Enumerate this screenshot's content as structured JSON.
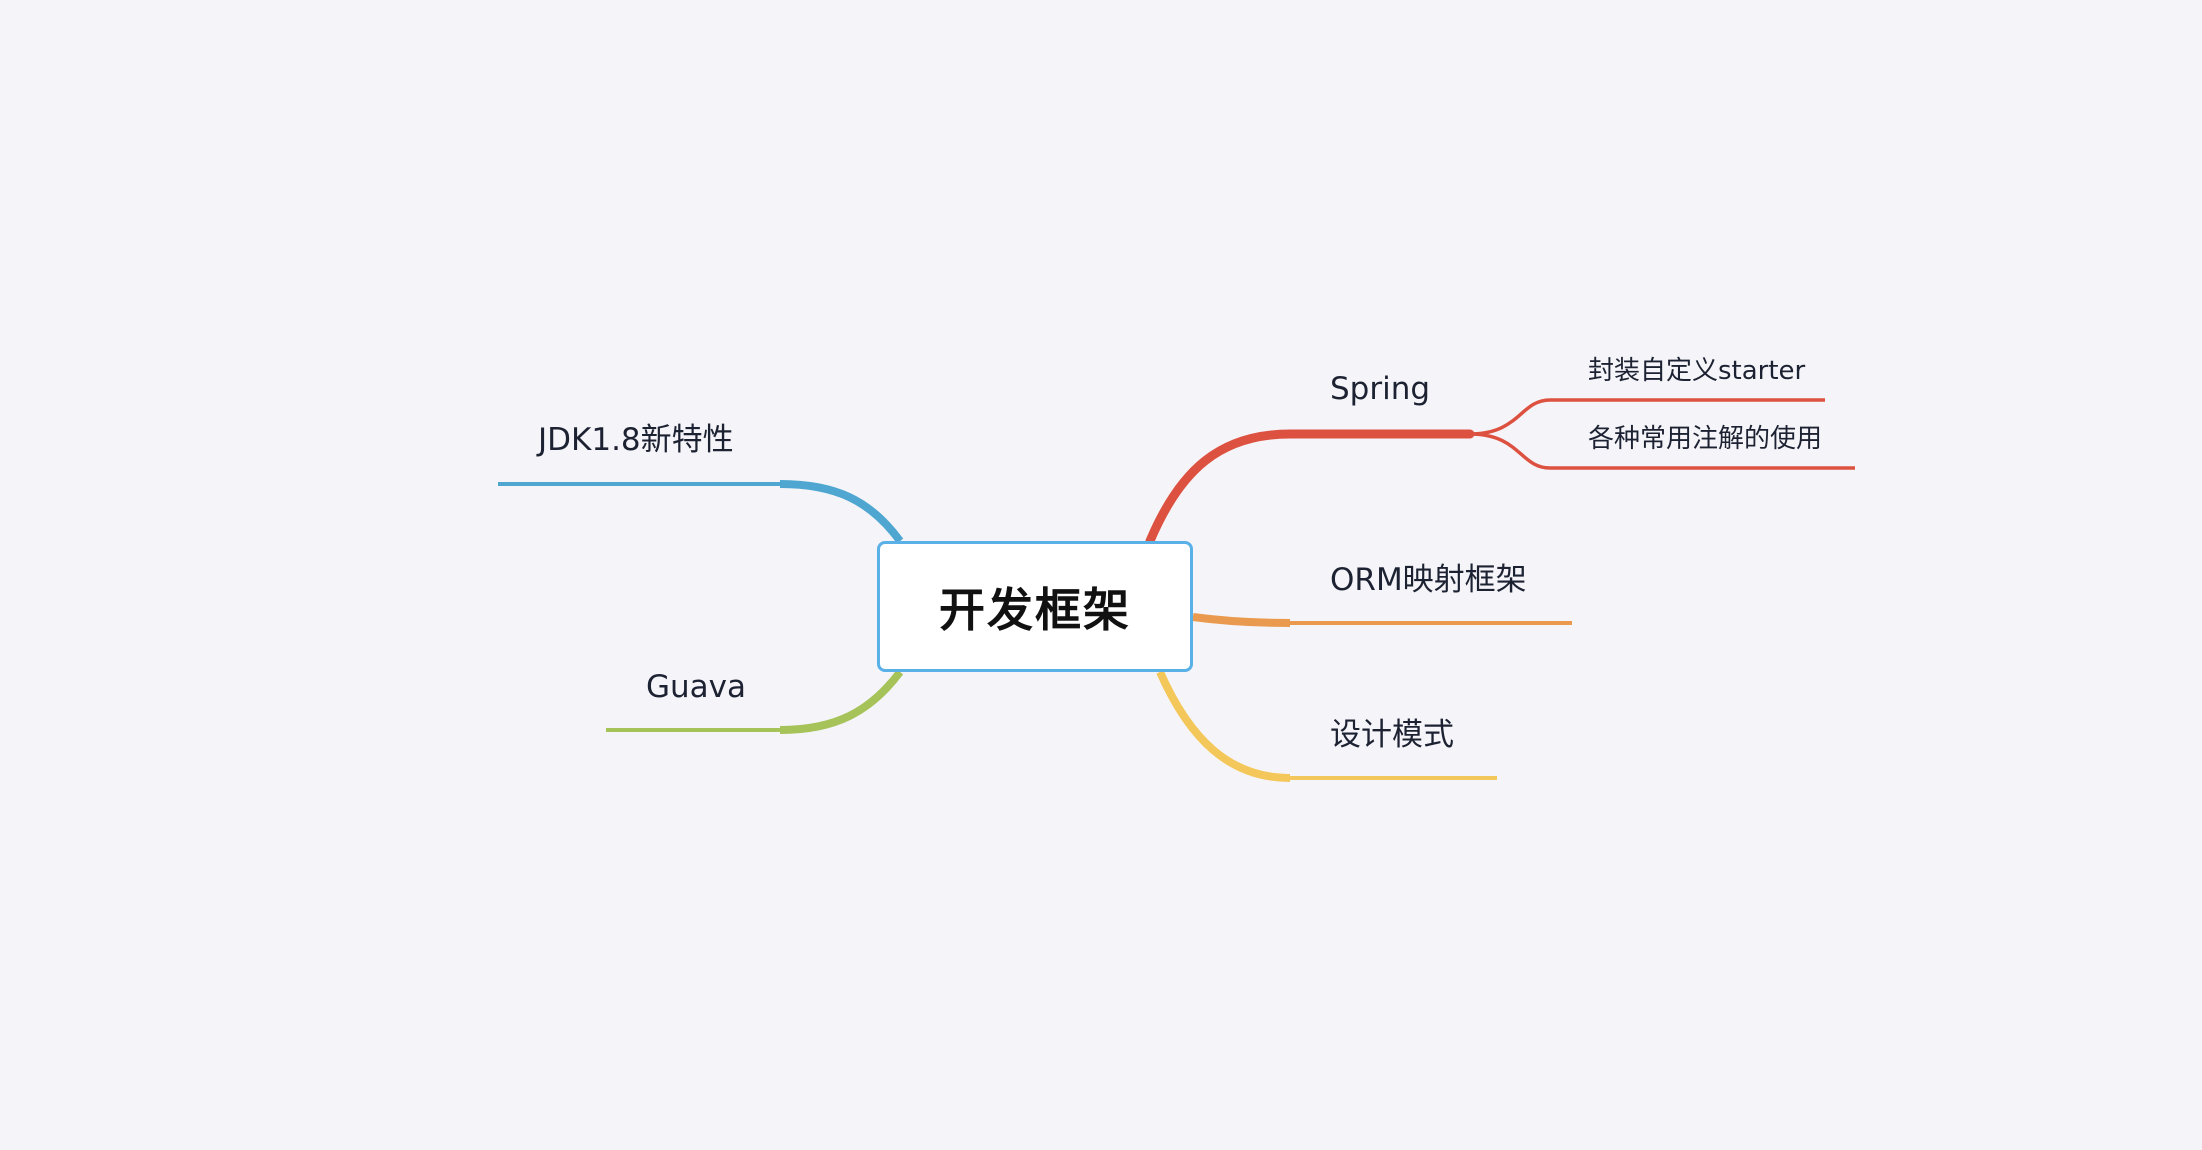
{
  "central_topic": "开发框架",
  "branches": {
    "spring": {
      "label": "Spring",
      "color": "#dd5140"
    },
    "spring_children": [
      {
        "label": "封装自定义starter"
      },
      {
        "label": "各种常用注解的使用"
      }
    ],
    "orm": {
      "label": "ORM映射框架",
      "color": "#ea9a4f"
    },
    "design": {
      "label": "设计模式",
      "color": "#f4c75b"
    },
    "jdk": {
      "label": "JDK1.8新特性",
      "color": "#4ea6d1"
    },
    "guava": {
      "label": "Guava",
      "color": "#a6c35a"
    }
  }
}
